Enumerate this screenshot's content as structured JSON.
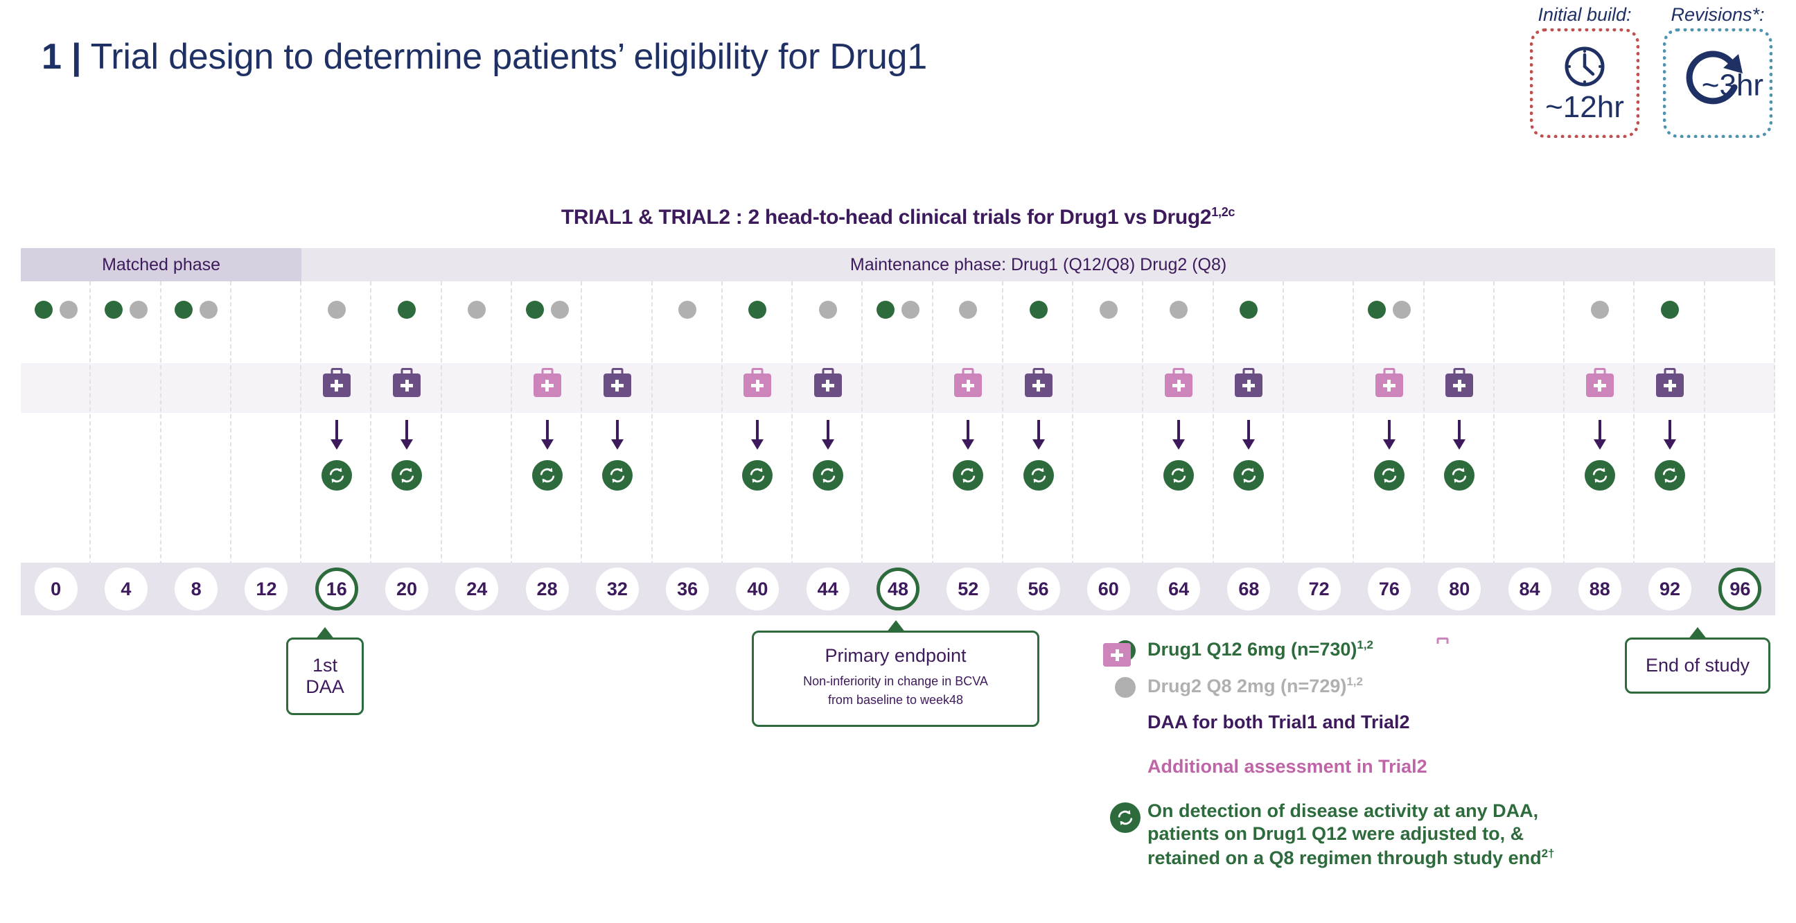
{
  "header": {
    "number": "1",
    "separator": "|",
    "title": "Trial design to determine patients’ eligibility for Drug1"
  },
  "badges": [
    {
      "caption": "Initial build:",
      "value": "~12hr",
      "icon": "clock-icon",
      "border_color": "#c0504d"
    },
    {
      "caption": "Revisions*:",
      "value": "~3hr",
      "icon": "circular-arrow-icon",
      "border_color": "#4f93b0"
    }
  ],
  "chart_data": {
    "type": "timeline",
    "title": "TRIAL1 & TRIAL2 : 2 head-to-head clinical trials for Drug1 vs Drug2",
    "title_superscript": "1,2c",
    "xlabel": "",
    "x_unit": "week",
    "weeks": [
      0,
      4,
      8,
      12,
      16,
      20,
      24,
      28,
      32,
      36,
      40,
      44,
      48,
      52,
      56,
      60,
      64,
      68,
      72,
      76,
      80,
      84,
      88,
      92,
      96
    ],
    "highlighted_weeks": [
      16,
      48,
      96
    ],
    "phases": [
      {
        "label": "Matched phase",
        "start_week": 0,
        "end_week": 16,
        "color": "#d6d0e0"
      },
      {
        "label": "Maintenance phase: Drug1 (Q12/Q8) Drug2 (Q8)",
        "start_week": 16,
        "end_week": 96,
        "color": "#e9e6ee"
      }
    ],
    "series": [
      {
        "name": "Drug1 Q12 6mg (n=730)",
        "superscript": "1,2",
        "color": "#2d6b3c",
        "marker": "dot",
        "weeks": [
          0,
          4,
          8,
          20,
          28,
          40,
          48,
          56,
          68,
          76,
          92
        ]
      },
      {
        "name": "Drug2 Q8 2mg (n=729)",
        "superscript": "1,2",
        "color": "#b0b0b0",
        "marker": "dot",
        "weeks": [
          0,
          4,
          8,
          16,
          24,
          28,
          36,
          44,
          48,
          52,
          60,
          64,
          76,
          88
        ]
      },
      {
        "name": "DAA for both Trial1 and Trial2",
        "color": "#6b4e83",
        "marker": "medical-kit",
        "weeks": [
          16,
          20,
          32,
          44,
          56,
          68,
          80,
          92
        ]
      },
      {
        "name": "Additional assessment in Trial2",
        "color": "#cc84ba",
        "marker": "medical-kit",
        "weeks": [
          28,
          40,
          52,
          64,
          76,
          88
        ]
      },
      {
        "name": "On detection of disease activity at any DAA, patients on Drug1 Q12 were adjusted to, & retained on a Q8 regimen through study end",
        "superscript": "2†",
        "color": "#2d6b3c",
        "marker": "refresh",
        "weeks": [
          16,
          20,
          28,
          32,
          40,
          44,
          52,
          56,
          64,
          68,
          76,
          80,
          88,
          92
        ]
      }
    ]
  },
  "callouts": [
    {
      "week": 16,
      "title": "1st DAA",
      "subtitle": ""
    },
    {
      "week": 48,
      "title": "Primary endpoint",
      "subtitle": "Non-inferiority in change in BCVA\nfrom baseline to week48"
    },
    {
      "week": 96,
      "title": "End of study",
      "subtitle": ""
    }
  ],
  "legend": [
    {
      "marker": "dot-green",
      "label": "Drug1 Q12 6mg (n=730)",
      "sup": "1,2",
      "style": "green"
    },
    {
      "marker": "dot-grey",
      "label": "Drug2 Q8 2mg (n=729)",
      "sup": "1,2",
      "style": "grey"
    },
    {
      "marker": "kit-dark",
      "label": "DAA for both Trial1 and Trial2",
      "sup": "",
      "style": "purple"
    },
    {
      "marker": "kit-pink",
      "label": "Additional assessment in Trial2",
      "sup": "",
      "style": "pink"
    },
    {
      "marker": "refresh",
      "label": "On detection of disease activity at any DAA, patients on Drug1 Q12 were adjusted to, & retained on a Q8 regimen through study end",
      "sup": "2†",
      "style": "green"
    }
  ],
  "colors": {
    "navy": "#1f3164",
    "purple": "#3d1a5b",
    "green": "#2d6b3c",
    "grey": "#b0b0b0",
    "kit_dark": "#6b4e83",
    "kit_pink": "#cc84ba",
    "matched_band": "#d6d0e0",
    "maintenance_band": "#e9e6ee",
    "axis_band": "#e6e3ec"
  }
}
